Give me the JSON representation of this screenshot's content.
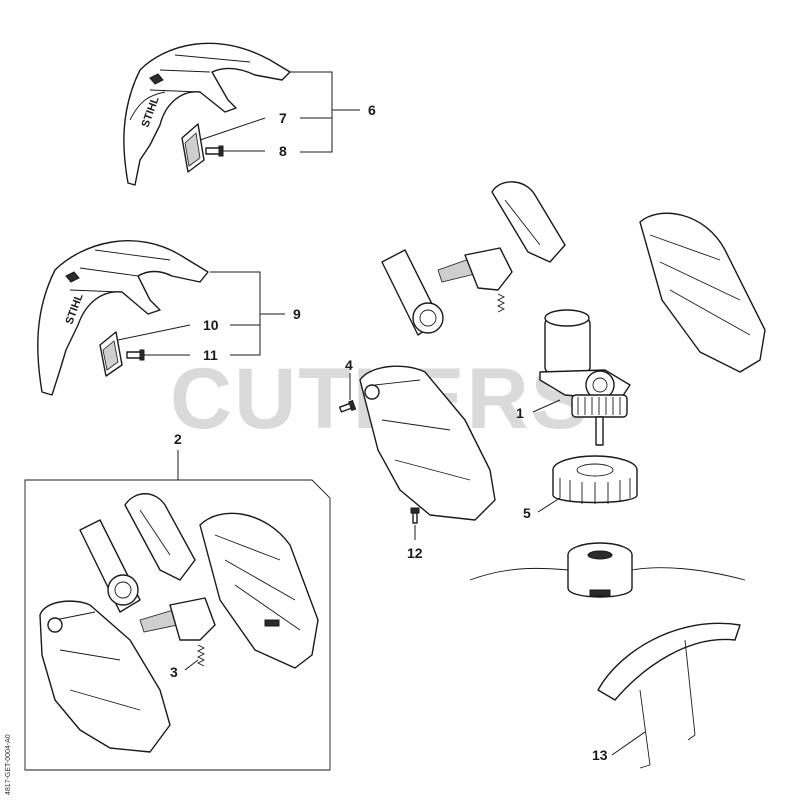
{
  "watermark": "CUTLERS",
  "guard_logo_text": "STIHL",
  "drawing_ref": "4817-GET-0004-A0",
  "callouts": {
    "p1": "1",
    "p2": "2",
    "p3": "3",
    "p4": "4",
    "p5": "5",
    "p6": "6",
    "p7": "7",
    "p8": "8",
    "p9": "9",
    "p10": "10",
    "p11": "11",
    "p12": "12",
    "p13": "13"
  }
}
